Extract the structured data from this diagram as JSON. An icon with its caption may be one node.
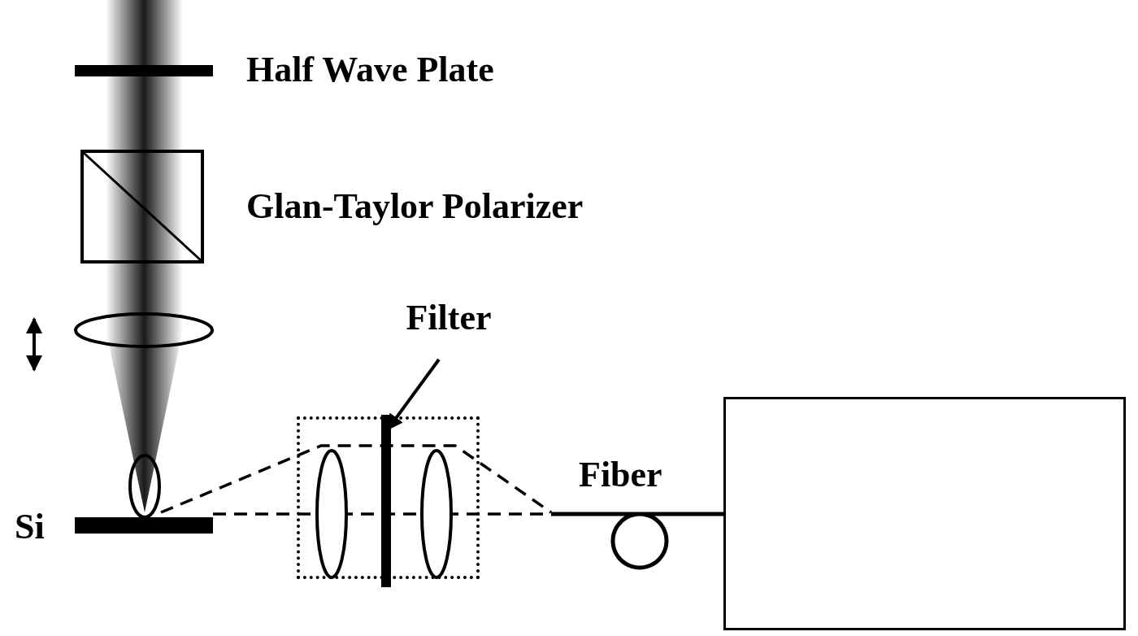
{
  "diagram": {
    "nodes": [
      {
        "text": [
          "Filter"
        ]
      },
      {
        "text": [],
        "shape": "box"
      },
      {
        "text": [],
        "shape": "bar",
        "in": 1
      },
      {
        "text": [],
        "shape": "box"
      }
    ],
    "edges": [
      {
        "from": 0,
        "to": 2,
        "arrow": "to"
      },
      {
        "from": null,
        "to": 3,
        "arrow": "none"
      }
    ],
    "labels": [
      "Half Wave Plate",
      "Glan-Taylor Polarizer",
      "Si",
      "Fiber"
    ]
  }
}
